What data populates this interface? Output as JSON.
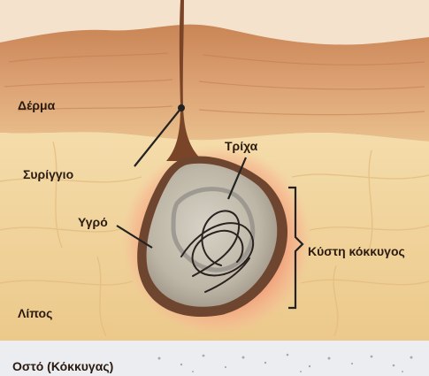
{
  "labels": {
    "skin": "Δέρμα",
    "sinus": "Συρίγγιο",
    "hair": "Τρίχα",
    "fluid": "Υγρό",
    "cyst": "Κύστη κόκκυγος",
    "fat": "Λίπος",
    "bone": "Οστό (Κόκκυγας)"
  },
  "colors": {
    "skin_top": "#f6e3cc",
    "dermis": "#d99a69",
    "fat": "#f0d49c",
    "cyst_fill": "#b9b3a3",
    "inflammation": "#e8836a",
    "bone": "#e9ecef"
  }
}
